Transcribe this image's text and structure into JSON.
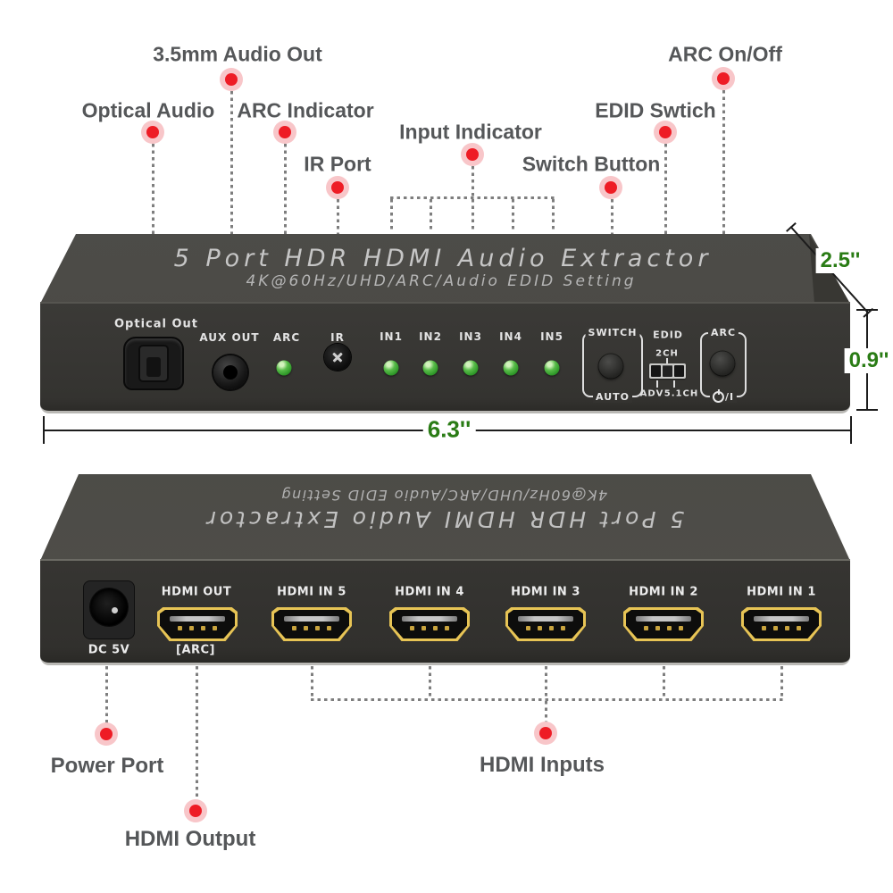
{
  "callouts": {
    "top": [
      {
        "label": "3.5mm Audio Out"
      },
      {
        "label": "Optical Audio"
      },
      {
        "label": "ARC Indicator"
      },
      {
        "label": "IR Port"
      },
      {
        "label": "Input Indicator"
      },
      {
        "label": "Switch Button"
      },
      {
        "label": "EDID Swtich"
      },
      {
        "label": "ARC On/Off"
      }
    ],
    "bottom": [
      {
        "label": "Power Port"
      },
      {
        "label": "HDMI Output"
      },
      {
        "label": "HDMI Inputs"
      }
    ]
  },
  "device_front": {
    "title": "5 Port HDR HDMI Audio Extractor",
    "subtitle": "4K@60Hz/UHD/ARC/Audio EDID Setting",
    "panel": {
      "optical_label": "Optical Out",
      "aux_label": "AUX OUT",
      "arc_led_label": "ARC",
      "ir_label": "IR",
      "input_labels": [
        "IN1",
        "IN2",
        "IN3",
        "IN4",
        "IN5"
      ],
      "switch_group": {
        "top_label": "SWITCH",
        "bottom_label": "AUTO"
      },
      "edid_group": {
        "label": "EDID",
        "position_top": "2CH",
        "position_left": "ADV",
        "position_right": "5.1CH"
      },
      "arc_group": {
        "top_label": "ARC",
        "bottom_label": "/I"
      }
    }
  },
  "device_rear": {
    "title": "5 Port HDR HDMI Audio Extractor",
    "subtitle": "4K@60Hz/UHD/ARC/Audio EDID Setting",
    "dc_label": "DC 5V",
    "hdmi_out": {
      "label": "HDMI OUT",
      "sub_label": "[ARC]"
    },
    "hdmi_in_labels": [
      "HDMI IN 5",
      "HDMI IN 4",
      "HDMI IN 3",
      "HDMI IN 2",
      "HDMI IN 1"
    ]
  },
  "dimensions": {
    "depth": "2.5''",
    "height": "0.9''",
    "width": "6.3''"
  },
  "colors": {
    "callout_red": "#ee1c25",
    "callout_halo": "#f8c6c9",
    "dimension_green": "#2a7c15",
    "label_gray": "#555759",
    "device_body": "#3a3936",
    "led_green": "#3aa435",
    "hdmi_gold": "#e7c455"
  }
}
